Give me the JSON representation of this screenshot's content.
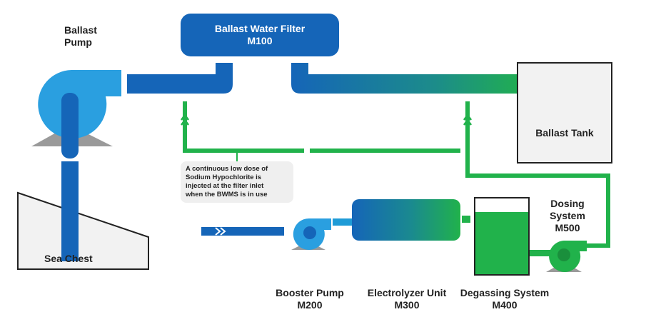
{
  "labels": {
    "ballast_pump": [
      "Ballast",
      "Pump"
    ],
    "filter": [
      "Ballast Water Filter",
      "M100"
    ],
    "ballast_tank": "Ballast Tank",
    "sea_chest": "Sea Chest",
    "dosing": [
      "Dosing",
      "System",
      "M500"
    ],
    "booster": [
      "Booster Pump",
      "M200"
    ],
    "electrolyzer": [
      "Electrolyzer Unit",
      "M300"
    ],
    "degassing": [
      "Degassing System",
      "M400"
    ]
  },
  "note": [
    "A continuous low dose of",
    "Sodium Hypochlorite is",
    "injected at the filter inlet",
    "when the BWMS is in use"
  ],
  "colors": {
    "blue": "#1565b8",
    "light_blue": "#2a9fe0",
    "green": "#21b24b",
    "pump_base": "#9a9a9a",
    "box_fill": "#f2f2f2"
  }
}
